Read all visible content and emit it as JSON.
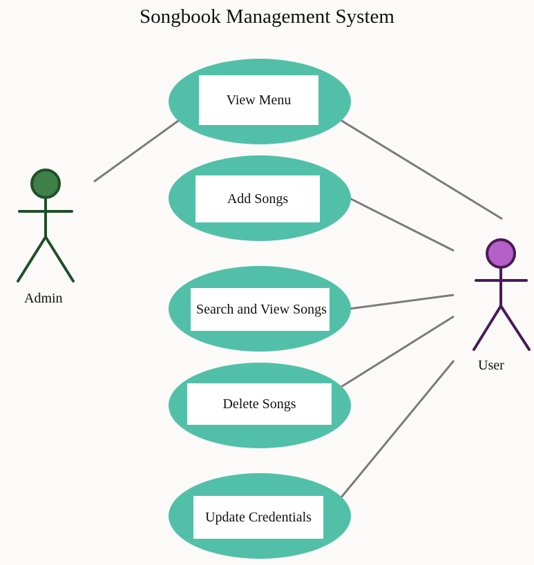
{
  "title": "Songbook Management System",
  "actors": [
    {
      "name": "Admin",
      "color": "#3f7f4a",
      "stroke": "#1f4f28"
    },
    {
      "name": "User",
      "color": "#b55fc9",
      "stroke": "#4a1a55"
    }
  ],
  "use_cases": [
    {
      "label": "View Menu"
    },
    {
      "label": "Add Songs"
    },
    {
      "label": "Search and View Songs"
    },
    {
      "label": "Delete Songs"
    },
    {
      "label": "Update Credentials"
    }
  ],
  "associations": [
    {
      "actor": "Admin",
      "use_case": "View Menu"
    },
    {
      "actor": "User",
      "use_case": "View Menu"
    },
    {
      "actor": "User",
      "use_case": "Add Songs"
    },
    {
      "actor": "User",
      "use_case": "Search and View Songs"
    },
    {
      "actor": "User",
      "use_case": "Delete Songs"
    },
    {
      "actor": "User",
      "use_case": "Update Credentials"
    }
  ],
  "colors": {
    "ellipse": "#52c0a8",
    "line": "#7a7a7a",
    "box": "#ffffff"
  }
}
